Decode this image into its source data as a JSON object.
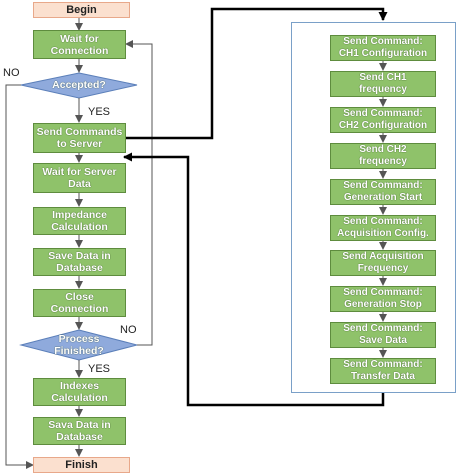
{
  "flowchart": {
    "begin": "Begin",
    "wait_connection": "Wait for\nConnection",
    "accepted": "Accepted?",
    "send_commands": "Send Commands\nto Server",
    "wait_server_data": "Wait for Server\nData",
    "impedance": "Impedance\nCalculation",
    "save_db": "Save Data in\nDatabase",
    "close_conn": "Close\nConnection",
    "process_finished": "Process\nFinished?",
    "indexes": "Indexes\nCalculation",
    "sava_db": "Sava Data in\nDatabase",
    "finish": "Finish",
    "label_no_accepted": "NO",
    "label_yes_accepted": "YES",
    "label_no_process": "NO",
    "label_yes_process": "YES"
  },
  "commands": [
    "Send Command:\nCH1 Configuration",
    "Send CH1\nfrequency",
    "Send Command:\nCH2 Configuration",
    "Send CH2\nfrequency",
    "Send Command:\nGeneration Start",
    "Send Command:\nAcquisition Config.",
    "Send Acquisition\nFrequency",
    "Send Command:\nGeneration Stop",
    "Send Command:\nSave Data",
    "Send Command:\nTransfer Data"
  ],
  "colors": {
    "process_fill": "#8fc26a",
    "decision_fill": "#8faadc",
    "terminal_fill": "#fbe0cf",
    "panel_border": "#7aa0c8"
  }
}
